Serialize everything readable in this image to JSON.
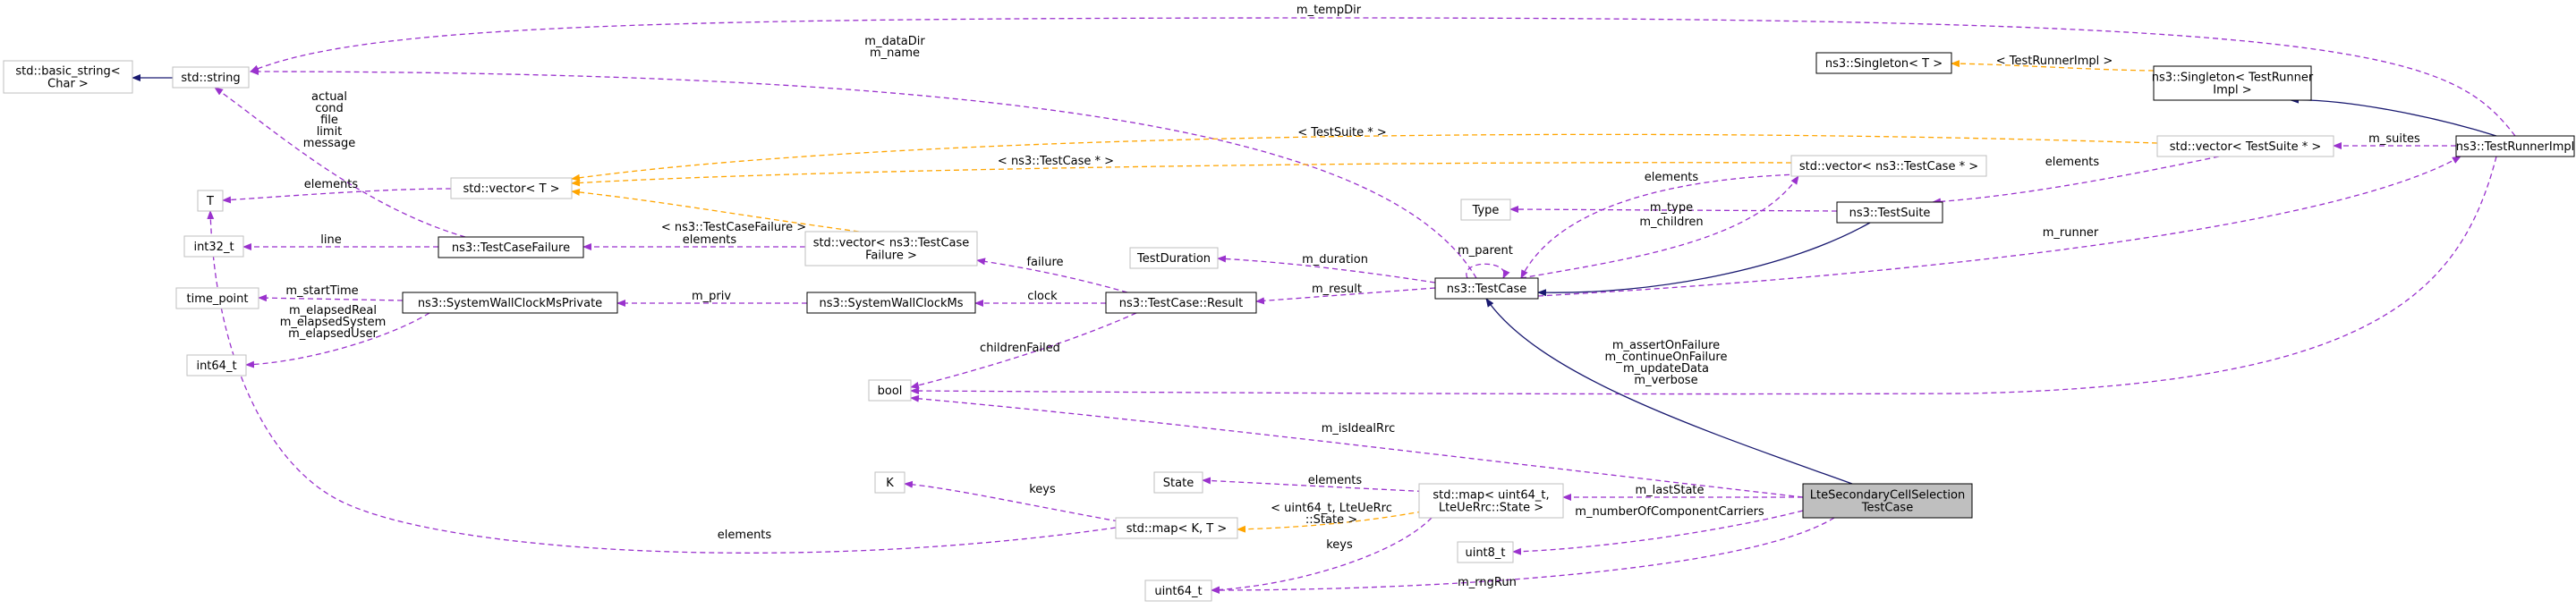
{
  "colors": {
    "usage": "#9a32cd",
    "inherit": "#191970",
    "template": "#ffa500",
    "focus_fill": "#bfbfbf",
    "box_black": "#000000",
    "box_grey": "#bfbfbf"
  },
  "nodes": [
    {
      "id": "basic_string",
      "lines": [
        "std::basic_string<",
        "Char >"
      ],
      "style": "grey"
    },
    {
      "id": "std_string",
      "lines": [
        "std::string"
      ],
      "style": "grey"
    },
    {
      "id": "T",
      "lines": [
        "T"
      ],
      "style": "grey"
    },
    {
      "id": "int32_t",
      "lines": [
        "int32_t"
      ],
      "style": "grey"
    },
    {
      "id": "time_point",
      "lines": [
        "time_point"
      ],
      "style": "grey"
    },
    {
      "id": "int64_t",
      "lines": [
        "int64_t"
      ],
      "style": "grey"
    },
    {
      "id": "vector_T",
      "lines": [
        "std::vector< T >"
      ],
      "style": "grey"
    },
    {
      "id": "TestCaseFailure",
      "lines": [
        "ns3::TestCaseFailure"
      ],
      "style": "black"
    },
    {
      "id": "SWCMsPrivate",
      "lines": [
        "ns3::SystemWallClockMsPrivate"
      ],
      "style": "black"
    },
    {
      "id": "vector_TCF",
      "lines": [
        "std::vector< ns3::TestCase",
        "Failure >"
      ],
      "style": "grey"
    },
    {
      "id": "SWCMs",
      "lines": [
        "ns3::SystemWallClockMs"
      ],
      "style": "black"
    },
    {
      "id": "bool",
      "lines": [
        "bool"
      ],
      "style": "grey"
    },
    {
      "id": "TestDuration",
      "lines": [
        "TestDuration"
      ],
      "style": "grey"
    },
    {
      "id": "Result",
      "lines": [
        "ns3::TestCase::Result"
      ],
      "style": "black"
    },
    {
      "id": "TestCase",
      "lines": [
        "ns3::TestCase"
      ],
      "style": "black"
    },
    {
      "id": "Type",
      "lines": [
        "Type"
      ],
      "style": "grey"
    },
    {
      "id": "vector_TCptr",
      "lines": [
        "std::vector< ns3::TestCase * >"
      ],
      "style": "grey"
    },
    {
      "id": "TestSuite",
      "lines": [
        "ns3::TestSuite"
      ],
      "style": "black"
    },
    {
      "id": "Singleton_T",
      "lines": [
        "ns3::Singleton< T >"
      ],
      "style": "black"
    },
    {
      "id": "Singleton_TRI",
      "lines": [
        "ns3::Singleton< TestRunner",
        "Impl >"
      ],
      "style": "black"
    },
    {
      "id": "vector_TSptr",
      "lines": [
        "std::vector< TestSuite * >"
      ],
      "style": "grey"
    },
    {
      "id": "TestRunnerImpl",
      "lines": [
        "ns3::TestRunnerImpl"
      ],
      "style": "black"
    },
    {
      "id": "K",
      "lines": [
        "K"
      ],
      "style": "grey"
    },
    {
      "id": "map_KT",
      "lines": [
        "std::map< K, T >"
      ],
      "style": "grey"
    },
    {
      "id": "State",
      "lines": [
        "State"
      ],
      "style": "grey"
    },
    {
      "id": "map_uint64_State",
      "lines": [
        "std::map< uint64_t,",
        "LteUeRrc::State >"
      ],
      "style": "grey"
    },
    {
      "id": "uint8_t",
      "lines": [
        "uint8_t"
      ],
      "style": "grey"
    },
    {
      "id": "uint64_t",
      "lines": [
        "uint64_t"
      ],
      "style": "grey"
    },
    {
      "id": "LteSCS",
      "lines": [
        "LteSecondaryCellSelection",
        "TestCase"
      ],
      "style": "focus"
    }
  ],
  "edges": [
    {
      "id": "e_string_basic",
      "kind": "inherit",
      "label": []
    },
    {
      "id": "e_tempdir",
      "kind": "usage",
      "label": [
        "m_tempDir"
      ]
    },
    {
      "id": "e_datadir",
      "kind": "usage",
      "label": [
        "m_dataDir",
        "m_name"
      ]
    },
    {
      "id": "e_tcf_string",
      "kind": "usage",
      "label": [
        "actual",
        "cond",
        "file",
        "limit",
        "message"
      ]
    },
    {
      "id": "e_vecT_T",
      "kind": "usage",
      "label": [
        "elements"
      ]
    },
    {
      "id": "e_tcf_int32",
      "kind": "usage",
      "label": [
        "line"
      ]
    },
    {
      "id": "e_vtcf_tcf",
      "kind": "usage",
      "label": [
        "elements"
      ]
    },
    {
      "id": "e_vtcf_vecT",
      "kind": "template",
      "label": [
        "< ns3::TestCaseFailure >"
      ]
    },
    {
      "id": "e_swcp_time",
      "kind": "usage",
      "label": [
        "m_startTime"
      ]
    },
    {
      "id": "e_swcp_int64",
      "kind": "usage",
      "label": [
        "m_elapsedReal",
        "m_elapsedSystem",
        "m_elapsedUser"
      ]
    },
    {
      "id": "e_swc_swcp",
      "kind": "usage",
      "label": [
        "m_priv"
      ]
    },
    {
      "id": "e_result_swc",
      "kind": "usage",
      "label": [
        "clock"
      ]
    },
    {
      "id": "e_result_vtcf",
      "kind": "usage",
      "label": [
        "failure"
      ]
    },
    {
      "id": "e_result_bool",
      "kind": "usage",
      "label": [
        "childrenFailed"
      ]
    },
    {
      "id": "e_tc_duration",
      "kind": "usage",
      "label": [
        "m_duration"
      ]
    },
    {
      "id": "e_tc_result",
      "kind": "usage",
      "label": [
        "m_result"
      ]
    },
    {
      "id": "e_tc_parent",
      "kind": "usage",
      "label": [
        "m_parent"
      ]
    },
    {
      "id": "e_vtc_tc",
      "kind": "usage",
      "label": [
        "elements"
      ]
    },
    {
      "id": "e_tc_vtc",
      "kind": "usage",
      "label": [
        "m_children"
      ]
    },
    {
      "id": "e_ts_type",
      "kind": "usage",
      "label": [
        "m_type"
      ]
    },
    {
      "id": "e_vtc_vecT",
      "kind": "template",
      "label": [
        "< ns3::TestCase * >"
      ]
    },
    {
      "id": "e_vts_vecT",
      "kind": "template",
      "label": [
        "< TestSuite * >"
      ]
    },
    {
      "id": "e_vts_ts",
      "kind": "usage",
      "label": [
        "elements"
      ]
    },
    {
      "id": "e_ts_tc",
      "kind": "inherit",
      "label": []
    },
    {
      "id": "e_tc_runner",
      "kind": "usage",
      "label": [
        "m_runner"
      ]
    },
    {
      "id": "e_tri_suites",
      "kind": "usage",
      "label": [
        "m_suites"
      ]
    },
    {
      "id": "e_tri_singleton",
      "kind": "inherit",
      "label": []
    },
    {
      "id": "e_singleton_T",
      "kind": "template",
      "label": [
        "< TestRunnerImpl >"
      ]
    },
    {
      "id": "e_tc_bool",
      "kind": "usage",
      "label": [
        "m_assertOnFailure",
        "m_continueOnFailure",
        "m_updateData",
        "m_verbose"
      ]
    },
    {
      "id": "e_lte_tc",
      "kind": "inherit",
      "label": []
    },
    {
      "id": "e_lte_bool",
      "kind": "usage",
      "label": [
        "m_isIdealRrc"
      ]
    },
    {
      "id": "e_lte_map",
      "kind": "usage",
      "label": [
        "m_lastState"
      ]
    },
    {
      "id": "e_lte_uint8",
      "kind": "usage",
      "label": [
        "m_numberOfComponentCarriers"
      ]
    },
    {
      "id": "e_lte_uint64",
      "kind": "usage",
      "label": [
        "m_rngRun"
      ]
    },
    {
      "id": "e_map_state",
      "kind": "usage",
      "label": [
        "elements"
      ]
    },
    {
      "id": "e_map_uint64",
      "kind": "usage",
      "label": [
        "keys"
      ]
    },
    {
      "id": "e_map_mapKT",
      "kind": "template",
      "label": [
        "< uint64_t, LteUeRrc",
        "::State >"
      ]
    },
    {
      "id": "e_mapKT_K",
      "kind": "usage",
      "label": [
        "keys"
      ]
    },
    {
      "id": "e_mapKT_T",
      "kind": "usage",
      "label": [
        "elements"
      ]
    }
  ]
}
